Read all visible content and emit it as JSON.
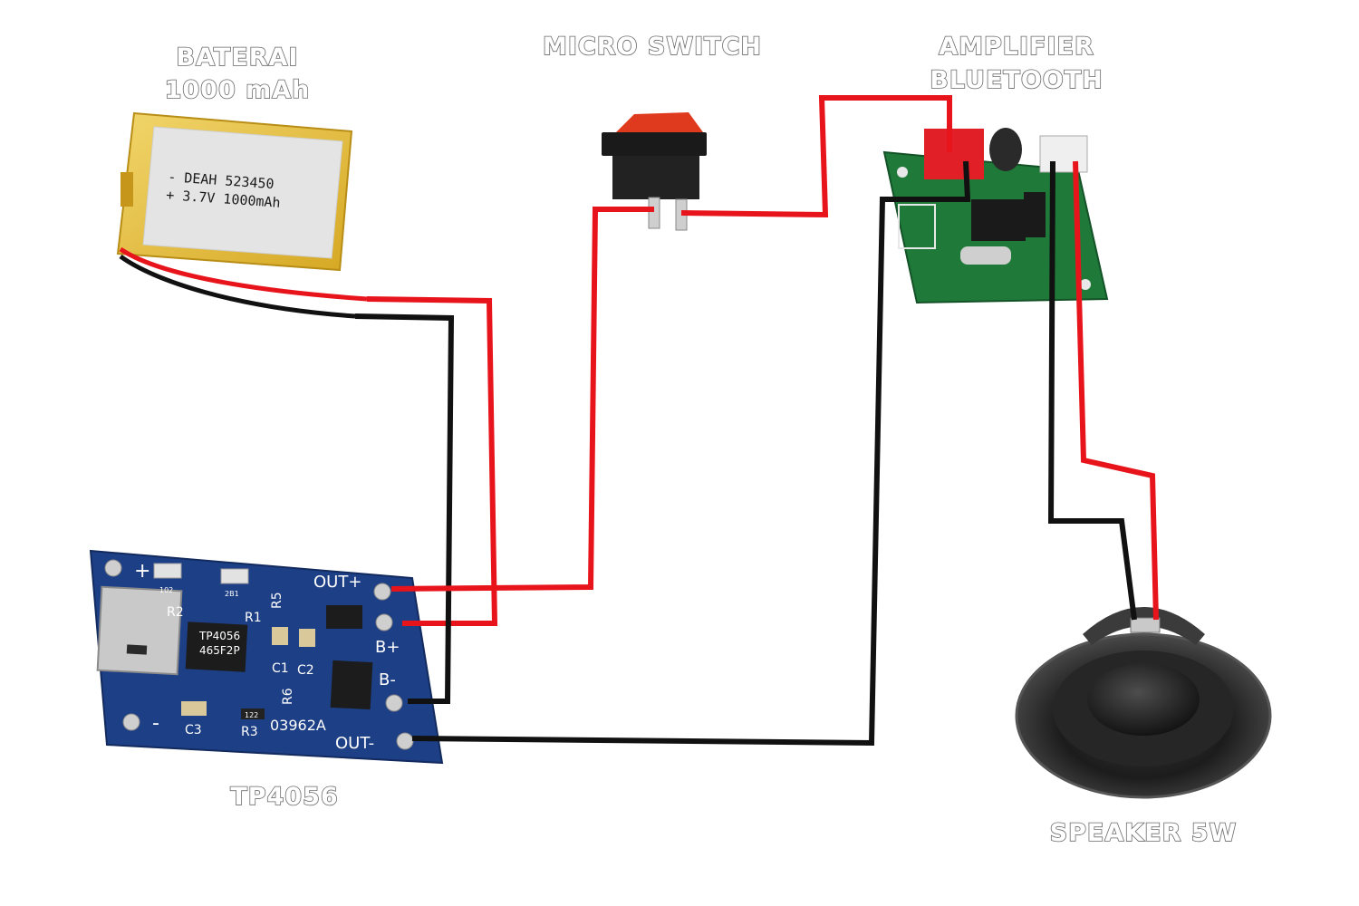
{
  "labels": {
    "battery_line1": "BATERAI",
    "battery_line2": "1000 mAh",
    "switch": "MICRO SWITCH",
    "amp_line1": "AMPLIFIER",
    "amp_line2": "BLUETOOTH",
    "charger": "TP4056",
    "speaker": "SPEAKER 5W"
  },
  "battery": {
    "line1": "- DEAH 523450",
    "line2": "+ 3.7V 1000mAh"
  },
  "charger_board": {
    "plus": "+",
    "minus": "-",
    "out_plus": "OUT+",
    "b_plus": "B+",
    "b_minus": "B-",
    "out_minus": "OUT-",
    "chip": "TP4056",
    "chip_code": "465F2P",
    "r1": "R1",
    "r2": "R2",
    "r3": "R3",
    "r5": "R5",
    "r6": "R6",
    "c1": "C1",
    "c2": "C2",
    "c3": "C3",
    "board_code": "03962A",
    "smd1": "102",
    "smd2": "2B1",
    "smd3": "122"
  },
  "colors": {
    "wire_red": "#e8141b",
    "wire_black": "#111111",
    "pcb_blue": "#1d3f86",
    "pcb_green": "#1f7a3a",
    "battery_gold": "#e8c33a",
    "switch_red": "#e03a1e"
  }
}
